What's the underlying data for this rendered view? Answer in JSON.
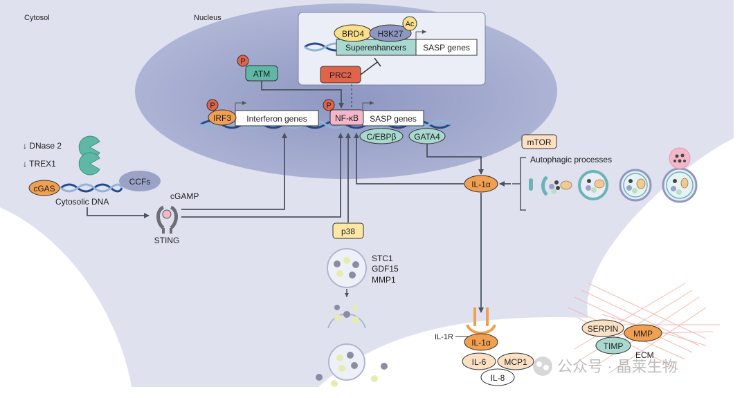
{
  "regions": {
    "cytosol": "Cytosol",
    "nucleus": "Nucleus"
  },
  "enhancer": {
    "brd4": "BRD4",
    "h3k27": "H3K27",
    "ac": "Ac",
    "superenhancers": "Superenhancers",
    "sasp_genes": "SASP genes",
    "prc2": "PRC2"
  },
  "nuclear": {
    "atm": "ATM",
    "phospho": "P",
    "irf3": "IRF3",
    "interferon_genes": "Interferon genes",
    "nfkb": "NF-κB",
    "sasp_genes": "SASP genes",
    "cebpb": "C/EBPβ",
    "gata4": "GATA4"
  },
  "cytosolic": {
    "dnase2": "↓ DNase 2",
    "trex1": "↓ TREX1",
    "cgas": "cGAS",
    "ccfs": "CCFs",
    "cytosolic_dna": "Cytosolic DNA",
    "cgamp": "cGAMP",
    "sting": "STING",
    "p38": "p38",
    "mtor": "mTOR",
    "autophagic_processes": "Autophagic processes",
    "il1a": "IL-1α"
  },
  "secretion": {
    "stc1": "STC1",
    "gdf15": "GDF15",
    "mmp1": "MMP1"
  },
  "surface": {
    "il1r": "IL-1R",
    "il1a": "IL-1α",
    "il6": "IL-6",
    "mcp1": "MCP1",
    "il8": "IL-8"
  },
  "ecm": {
    "serpin": "SERPIN",
    "mmp": "MMP",
    "timp": "TIMP",
    "ecm_label": "ECM"
  },
  "watermark": "公众号 · 晶莱生物",
  "colors": {
    "cytosol_fill": "#dfe1ef",
    "nucleus_fill": "#9aa2c8",
    "arrow": "#4a5260",
    "orange": "#f0a050",
    "yellow": "#fbe7a6",
    "teal": "#5fb8a6",
    "light_teal": "#a9d8cf",
    "red": "#e0634a",
    "pink": "#f4b6c9"
  }
}
